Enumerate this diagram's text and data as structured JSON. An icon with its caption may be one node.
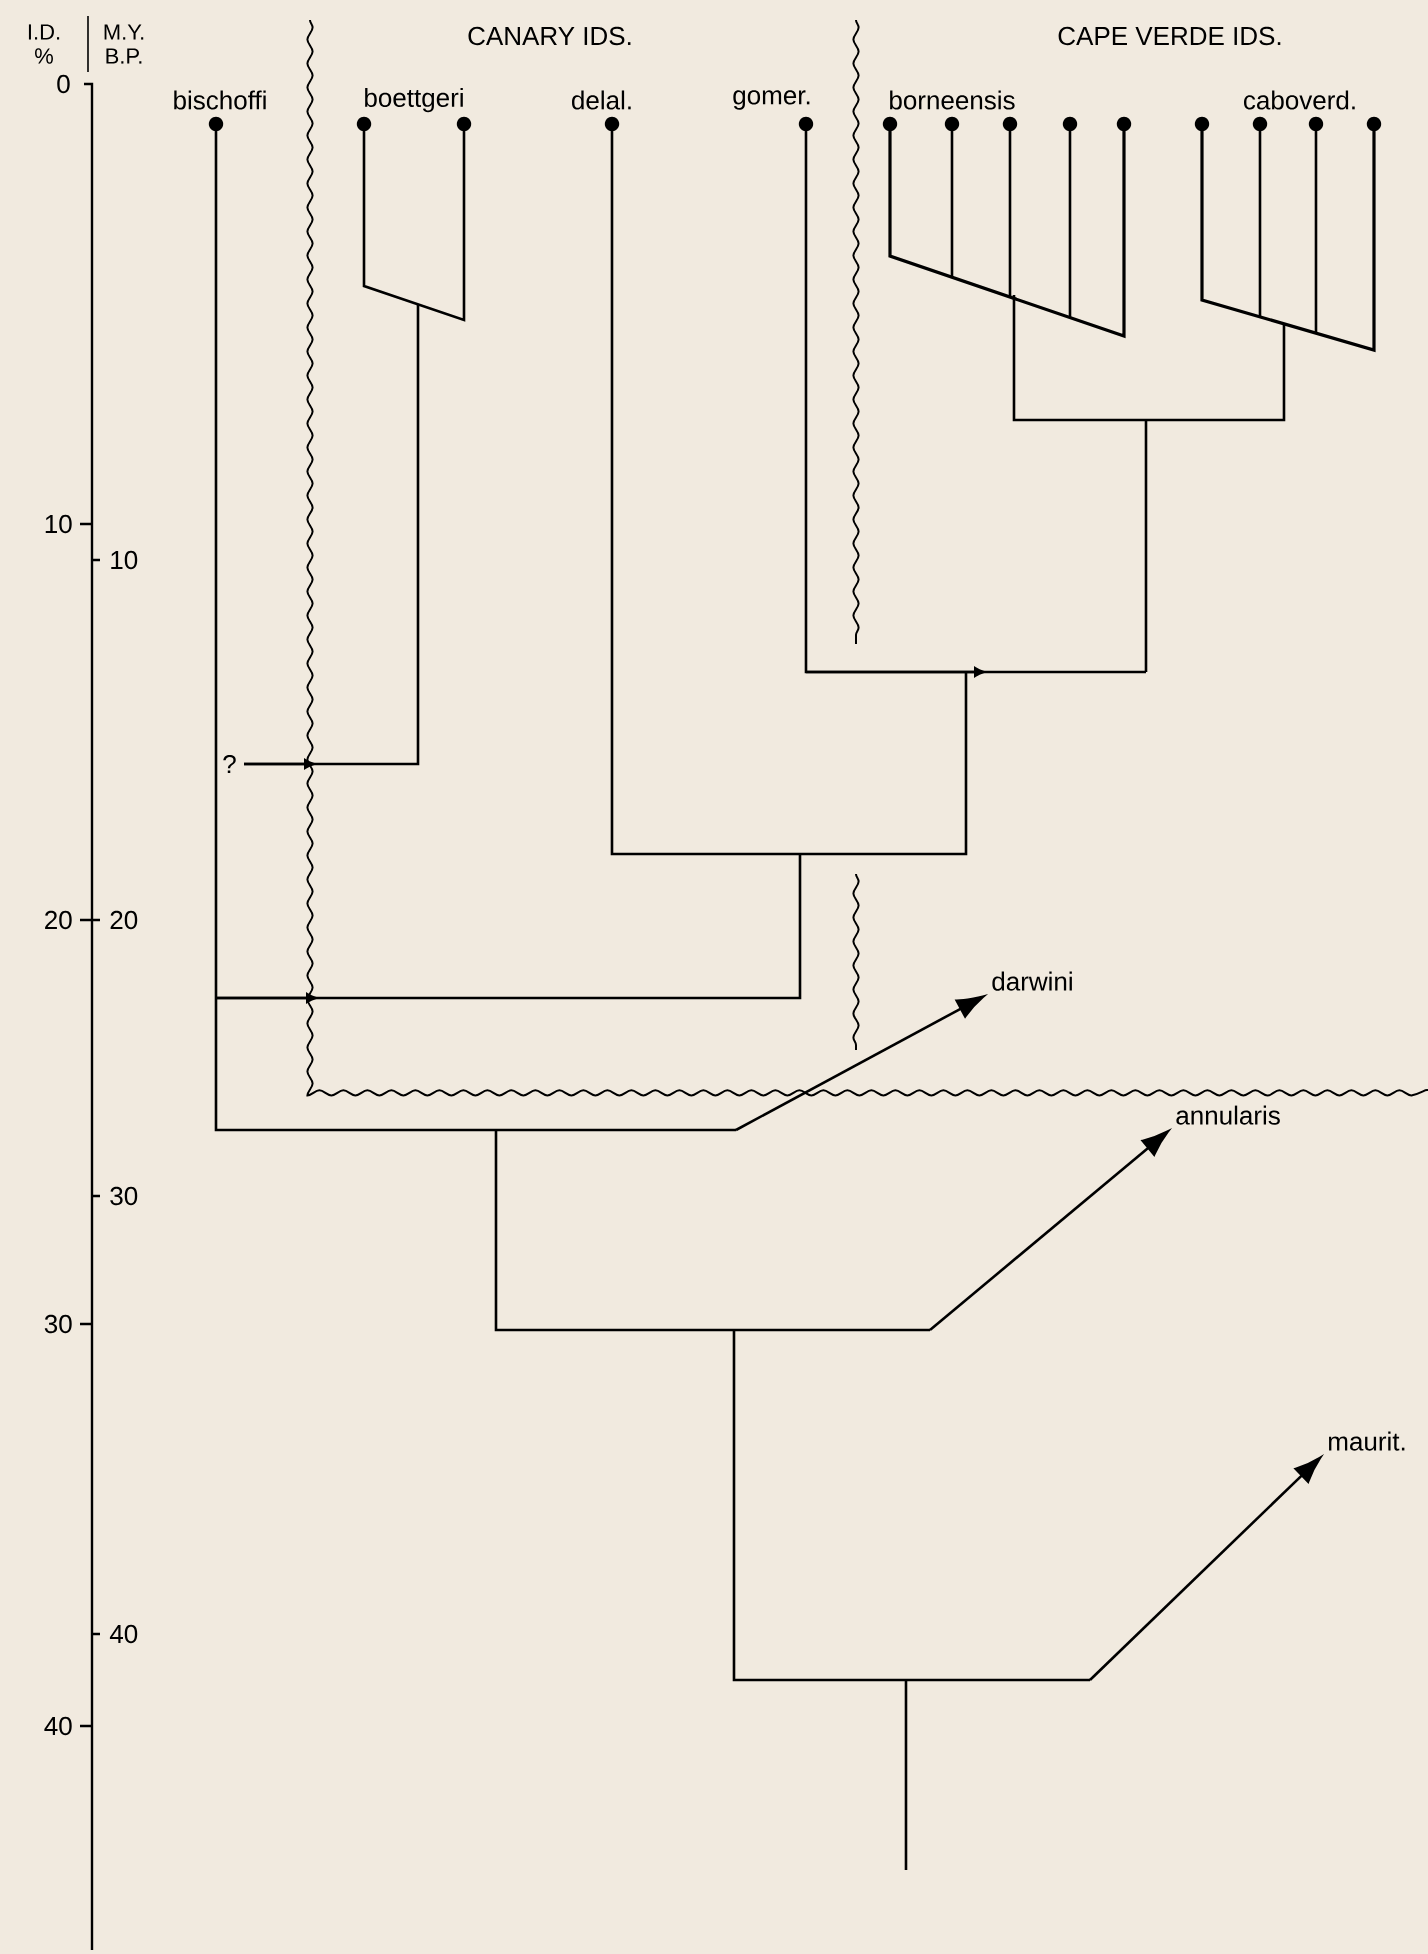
{
  "diagram": {
    "nodes": [
      {
        "text": [
          "bischoffi"
        ]
      },
      {
        "text": [
          "boettgeri"
        ]
      },
      {
        "text": [
          "delal."
        ]
      },
      {
        "text": [
          "gomer."
        ]
      },
      {
        "text": [
          "borneensis"
        ]
      },
      {
        "text": [
          "caboverd."
        ]
      },
      {
        "text": [
          "darwini"
        ]
      },
      {
        "text": [
          "annularis"
        ]
      },
      {
        "text": [
          "maurit."
        ]
      }
    ],
    "edges": [
      {
        "from": null,
        "to": 6,
        "arrow": "to"
      },
      {
        "from": null,
        "to": 7,
        "arrow": "to"
      },
      {
        "from": null,
        "to": 8,
        "arrow": "to"
      }
    ],
    "labels": [
      "I.D. %",
      "M.Y. B.P.",
      "CANARY IDS.",
      "CAPE VERDE IDS.",
      "0",
      "10",
      "10",
      "?",
      "20",
      "20",
      "30",
      "30",
      "40",
      "40"
    ]
  }
}
